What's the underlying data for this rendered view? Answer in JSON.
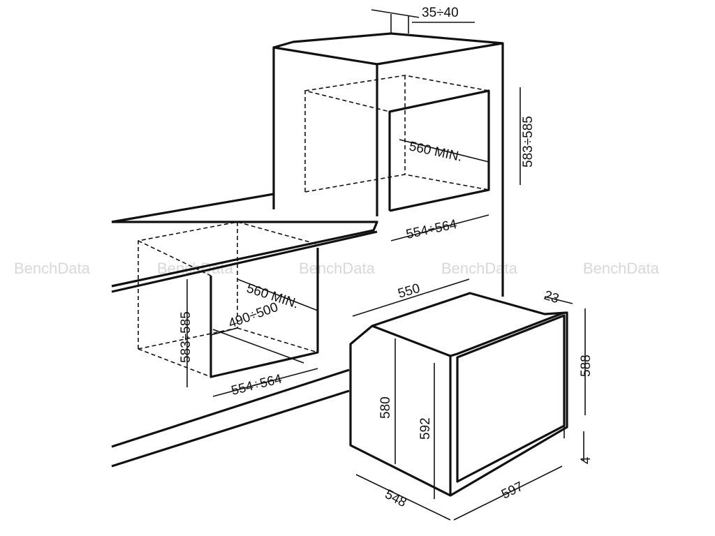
{
  "watermark": "BenchData",
  "dimensions": {
    "tall_unit_top_gap": "35÷40",
    "upper_niche_height": "583÷585",
    "upper_niche_depth": "560 MIN.",
    "upper_niche_width": "554÷564",
    "lower_niche_depth": "560 MIN.",
    "lower_niche_height": "583÷585",
    "lower_niche_inner": "490÷500",
    "lower_niche_width": "554÷564",
    "oven_depth_top": "550",
    "oven_door_thickness": "23",
    "oven_front_height": "588",
    "oven_body_height": "580",
    "oven_total_height": "592",
    "oven_bottom_gap": "4",
    "oven_side_depth": "548",
    "oven_width": "597"
  }
}
